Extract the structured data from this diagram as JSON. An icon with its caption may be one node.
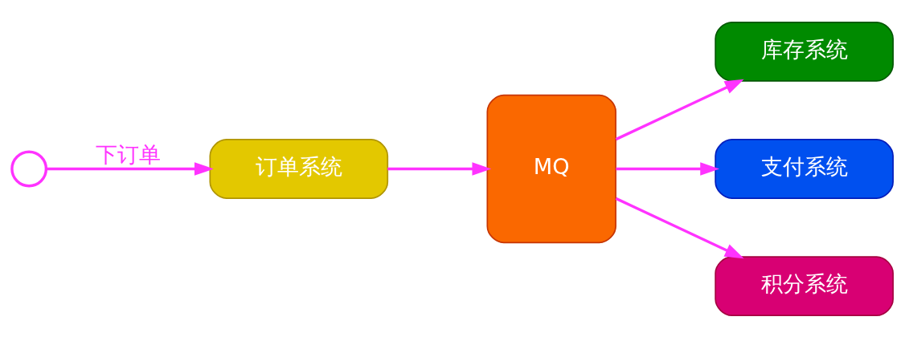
{
  "diagram": {
    "nodes": [
      {
        "text": [],
        "shape": "person"
      },
      {
        "text": [
          "订单系统"
        ]
      },
      {
        "text": [
          "MQ"
        ]
      },
      {
        "text": [
          "库存系统"
        ]
      },
      {
        "text": [
          "支付系统"
        ]
      },
      {
        "text": [
          "积分系统"
        ]
      }
    ],
    "edges": [
      {
        "from": 0,
        "to": 1,
        "arrow": "to",
        "label": "下订单"
      },
      {
        "from": 1,
        "to": 2,
        "arrow": "to"
      },
      {
        "from": 2,
        "to": 3,
        "arrow": "to"
      },
      {
        "from": 2,
        "to": 4,
        "arrow": "to"
      },
      {
        "from": 2,
        "to": 5,
        "arrow": "to"
      }
    ]
  }
}
